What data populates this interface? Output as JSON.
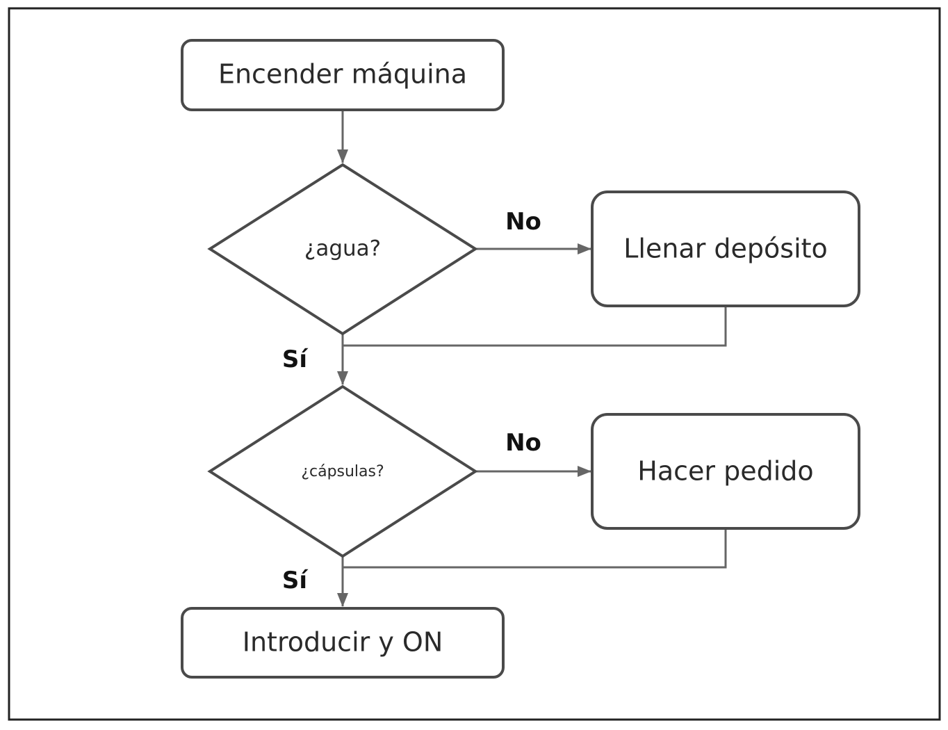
{
  "flowchart": {
    "nodes": {
      "start": {
        "label": "Encender máquina",
        "shape": "rounded-rect"
      },
      "water_check": {
        "label": "¿agua?",
        "shape": "diamond"
      },
      "fill_tank": {
        "label": "Llenar depósito",
        "shape": "rounded-rect"
      },
      "capsules_check": {
        "label": "¿cápsulas?",
        "shape": "diamond"
      },
      "order": {
        "label": "Hacer pedido",
        "shape": "rounded-rect"
      },
      "end": {
        "label": "Introducir y ON",
        "shape": "rounded-rect"
      }
    },
    "edge_labels": {
      "water_no": "No",
      "water_yes": "Sí",
      "capsules_no": "No",
      "capsules_yes": "Sí"
    },
    "edges": [
      {
        "from": "start",
        "to": "water_check"
      },
      {
        "from": "water_check",
        "to": "fill_tank",
        "label": "No"
      },
      {
        "from": "water_check",
        "to": "capsules_check",
        "label": "Sí"
      },
      {
        "from": "fill_tank",
        "to": "capsules_check"
      },
      {
        "from": "capsules_check",
        "to": "order",
        "label": "No"
      },
      {
        "from": "capsules_check",
        "to": "end",
        "label": "Sí"
      },
      {
        "from": "order",
        "to": "end"
      }
    ],
    "colors": {
      "shape_stroke": "#4a4a4a",
      "connector": "#666666",
      "border": "#222222"
    }
  }
}
